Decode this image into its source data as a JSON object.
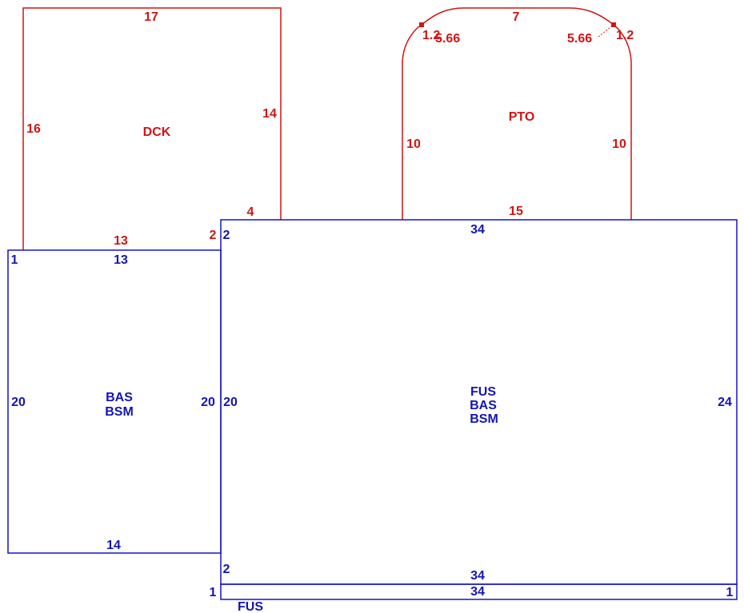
{
  "colors": {
    "upper_level": "#d21414",
    "base_level": "#1414b4"
  },
  "dck": {
    "name": "DCK",
    "top": "17",
    "left": "16",
    "right": "14",
    "bottom": "13",
    "step_top": "4",
    "step_side": "2"
  },
  "pto": {
    "name": "PTO",
    "top": "7",
    "left": "10",
    "right": "10",
    "bottom": "15",
    "corner_left_short": "1.2",
    "corner_left_diag": "5.66",
    "corner_right_short": "1.2",
    "corner_right_diag": "5.66"
  },
  "bas_left": {
    "names": [
      "BAS",
      "BSM"
    ],
    "top": "13",
    "left": "20",
    "right": "20",
    "bottom": "14",
    "corner": "1"
  },
  "main": {
    "names": [
      "FUS",
      "BAS",
      "BSM"
    ],
    "top": "34",
    "left": "20",
    "right": "24",
    "bottom": "34",
    "top_step": "2",
    "bottom_step": "2"
  },
  "fus_strip": {
    "name": "FUS",
    "top": "34",
    "left": "1",
    "right": "1"
  }
}
